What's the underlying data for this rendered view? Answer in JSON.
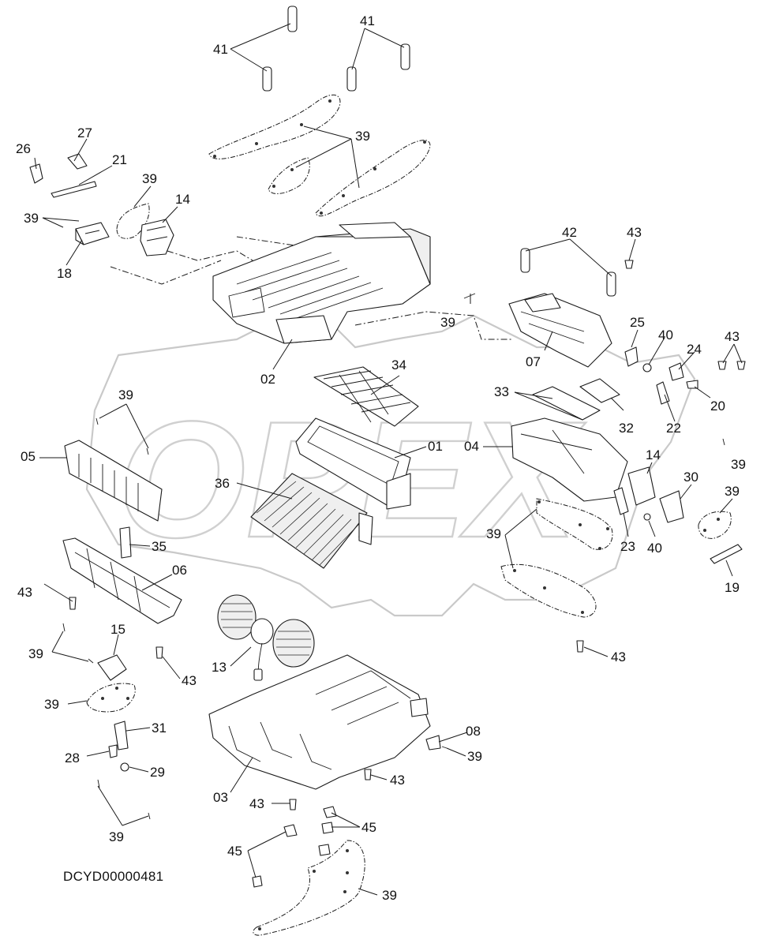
{
  "drawing_code": "DCYD00000481",
  "watermark": "OPEX",
  "callouts": [
    {
      "id": "c41a",
      "text": "41"
    },
    {
      "id": "c41b",
      "text": "41"
    },
    {
      "id": "c39a",
      "text": "39"
    },
    {
      "id": "c27",
      "text": "27"
    },
    {
      "id": "c26",
      "text": "26"
    },
    {
      "id": "c21",
      "text": "21"
    },
    {
      "id": "c39b",
      "text": "39"
    },
    {
      "id": "c14a",
      "text": "14"
    },
    {
      "id": "c39c",
      "text": "39"
    },
    {
      "id": "c18",
      "text": "18"
    },
    {
      "id": "c42",
      "text": "42"
    },
    {
      "id": "c43a",
      "text": "43"
    },
    {
      "id": "c39d",
      "text": "39"
    },
    {
      "id": "c25",
      "text": "25"
    },
    {
      "id": "c40a",
      "text": "40"
    },
    {
      "id": "c24",
      "text": "24"
    },
    {
      "id": "c43b",
      "text": "43"
    },
    {
      "id": "c07",
      "text": "07"
    },
    {
      "id": "c02",
      "text": "02"
    },
    {
      "id": "c34",
      "text": "34"
    },
    {
      "id": "c20",
      "text": "20"
    },
    {
      "id": "c33",
      "text": "33"
    },
    {
      "id": "c39e",
      "text": "39"
    },
    {
      "id": "c32",
      "text": "32"
    },
    {
      "id": "c22",
      "text": "22"
    },
    {
      "id": "c05",
      "text": "05"
    },
    {
      "id": "c01",
      "text": "01"
    },
    {
      "id": "c04",
      "text": "04"
    },
    {
      "id": "c39f",
      "text": "39"
    },
    {
      "id": "c14b",
      "text": "14"
    },
    {
      "id": "c36",
      "text": "36"
    },
    {
      "id": "c30",
      "text": "30"
    },
    {
      "id": "c39g",
      "text": "39"
    },
    {
      "id": "c39h",
      "text": "39"
    },
    {
      "id": "c35",
      "text": "35"
    },
    {
      "id": "c23",
      "text": "23"
    },
    {
      "id": "c40b",
      "text": "40"
    },
    {
      "id": "c06",
      "text": "06"
    },
    {
      "id": "c43c",
      "text": "43"
    },
    {
      "id": "c19",
      "text": "19"
    },
    {
      "id": "c15",
      "text": "15"
    },
    {
      "id": "c39i",
      "text": "39"
    },
    {
      "id": "c43d",
      "text": "43"
    },
    {
      "id": "c13",
      "text": "13"
    },
    {
      "id": "c43e",
      "text": "43"
    },
    {
      "id": "c39j",
      "text": "39"
    },
    {
      "id": "c31",
      "text": "31"
    },
    {
      "id": "c08",
      "text": "08"
    },
    {
      "id": "c28",
      "text": "28"
    },
    {
      "id": "c29",
      "text": "29"
    },
    {
      "id": "c39k",
      "text": "39"
    },
    {
      "id": "c43f",
      "text": "43"
    },
    {
      "id": "c03",
      "text": "03"
    },
    {
      "id": "c43g",
      "text": "43"
    },
    {
      "id": "c45a",
      "text": "45"
    },
    {
      "id": "c39l",
      "text": "39"
    },
    {
      "id": "c45b",
      "text": "45"
    },
    {
      "id": "c39m",
      "text": "39"
    }
  ]
}
